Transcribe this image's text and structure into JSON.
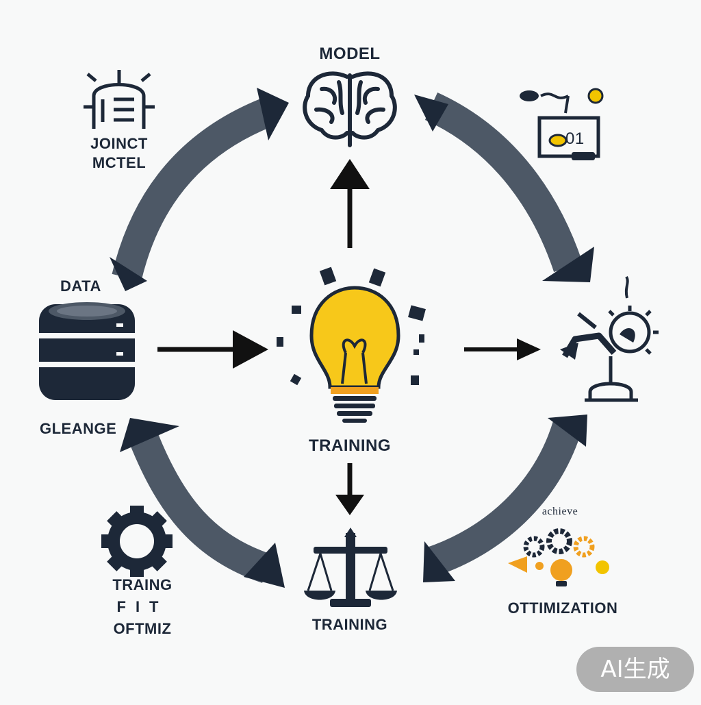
{
  "labels": {
    "model": "MODEL",
    "top_left_line1": "JOINCT",
    "top_left_line2": "MCTEL",
    "data": "DATA",
    "change": "GLEANGE",
    "training_center": "TRAINING",
    "training_bottom": "TRAINING",
    "bottom_left_line1": "TRAING",
    "bottom_left_line2": "FIT",
    "bottom_left_line3": "OFTMIZ",
    "top_right_small": "achieve",
    "optimization": "OTTIMIZATION",
    "chart_value": "01"
  },
  "badge": "AI生成",
  "colors": {
    "ink": "#1d2838",
    "arrow_band": "#4d5866",
    "bulb": "#f7c81a",
    "accent_orange": "#f0a020",
    "background": "#f8f9f9"
  },
  "icons": [
    "brain-icon",
    "database-icon",
    "lightbulb-icon",
    "scales-icon",
    "gear-icon",
    "server-gear-icon",
    "monitor-chart-icon",
    "robot-arm-icon",
    "optimization-gears-icon"
  ]
}
